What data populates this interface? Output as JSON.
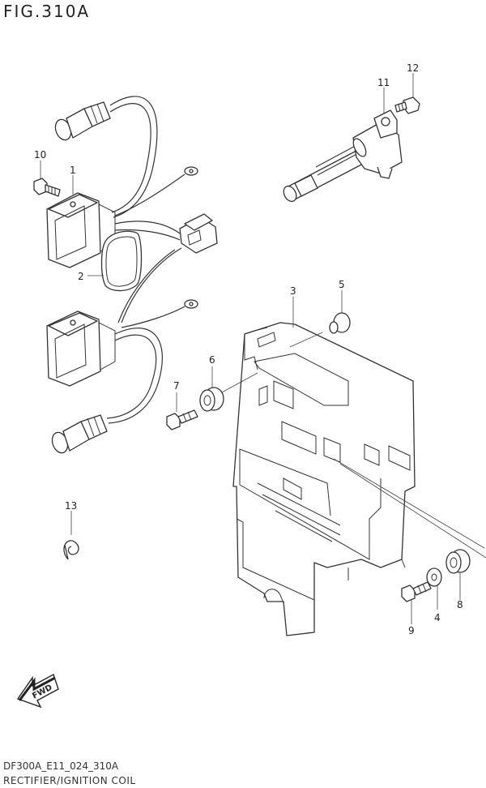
{
  "figure": {
    "title": "FIG.310A",
    "drawing_code": "DF300A_E11_024_310A",
    "drawing_name": "RECTIFIER/IGNITION COIL"
  },
  "callouts": [
    {
      "id": "c1",
      "label": "1"
    },
    {
      "id": "c2",
      "label": "2"
    },
    {
      "id": "c3",
      "label": "3"
    },
    {
      "id": "c4",
      "label": "4"
    },
    {
      "id": "c5",
      "label": "5"
    },
    {
      "id": "c6",
      "label": "6"
    },
    {
      "id": "c7",
      "label": "7"
    },
    {
      "id": "c8",
      "label": "8"
    },
    {
      "id": "c9",
      "label": "9"
    },
    {
      "id": "c10",
      "label": "10"
    },
    {
      "id": "c11",
      "label": "11"
    },
    {
      "id": "c12",
      "label": "12"
    },
    {
      "id": "c13",
      "label": "13"
    }
  ],
  "fwd_badge": "FWD"
}
